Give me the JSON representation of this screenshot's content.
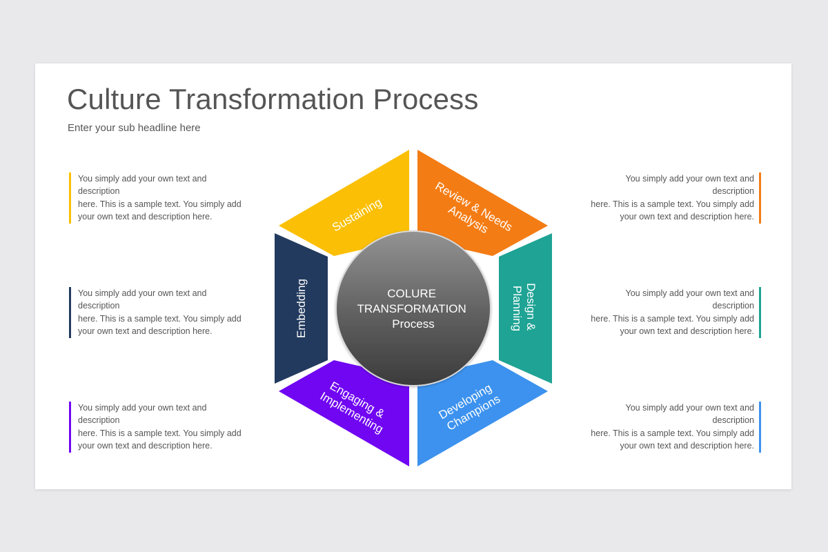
{
  "slide": {
    "title": "Culture Transformation Process",
    "subtitle": "Enter your sub headline here"
  },
  "center": {
    "lines": [
      "COLURE",
      "TRANSFORMATION",
      "Process"
    ]
  },
  "segments": [
    {
      "id": "sustaining",
      "lines": [
        "Sustaining"
      ],
      "color": "#fbbf05"
    },
    {
      "id": "review",
      "lines": [
        "Review & Needs",
        "Analysis"
      ],
      "color": "#f47c14"
    },
    {
      "id": "design",
      "lines": [
        "Design &",
        "Planning"
      ],
      "color": "#1ea394"
    },
    {
      "id": "developing",
      "lines": [
        "Developing",
        "Champions"
      ],
      "color": "#3c92ee"
    },
    {
      "id": "engaging",
      "lines": [
        "Engaging &",
        "Implementing"
      ],
      "color": "#7006f2"
    },
    {
      "id": "embedding",
      "lines": [
        "Embedding"
      ],
      "color": "#223a5e"
    }
  ],
  "descriptions": {
    "left": [
      {
        "lines": [
          "You simply add your own text and description",
          "here.  This is a sample text. You simply add",
          "your own text and description here."
        ],
        "color": "#fbbf05"
      },
      {
        "lines": [
          "You simply add your own text and description",
          "here.  This is a sample text. You simply add",
          "your own text and description here."
        ],
        "color": "#223a5e"
      },
      {
        "lines": [
          "You simply add your own text and description",
          "here.  This is a sample text. You simply add",
          "your own text and description here."
        ],
        "color": "#7006f2"
      }
    ],
    "right": [
      {
        "lines": [
          "You simply add your own text and description",
          "here.  This is a sample text. You simply add",
          "your own text and description here."
        ],
        "color": "#f47c14"
      },
      {
        "lines": [
          "You simply add your own text and description",
          "here.  This is a sample text. You simply add",
          "your own text and description here."
        ],
        "color": "#1ea394"
      },
      {
        "lines": [
          "You simply add your own text and description",
          "here.  This is a sample text. You simply add",
          "your own text and description here."
        ],
        "color": "#3c92ee"
      }
    ]
  }
}
